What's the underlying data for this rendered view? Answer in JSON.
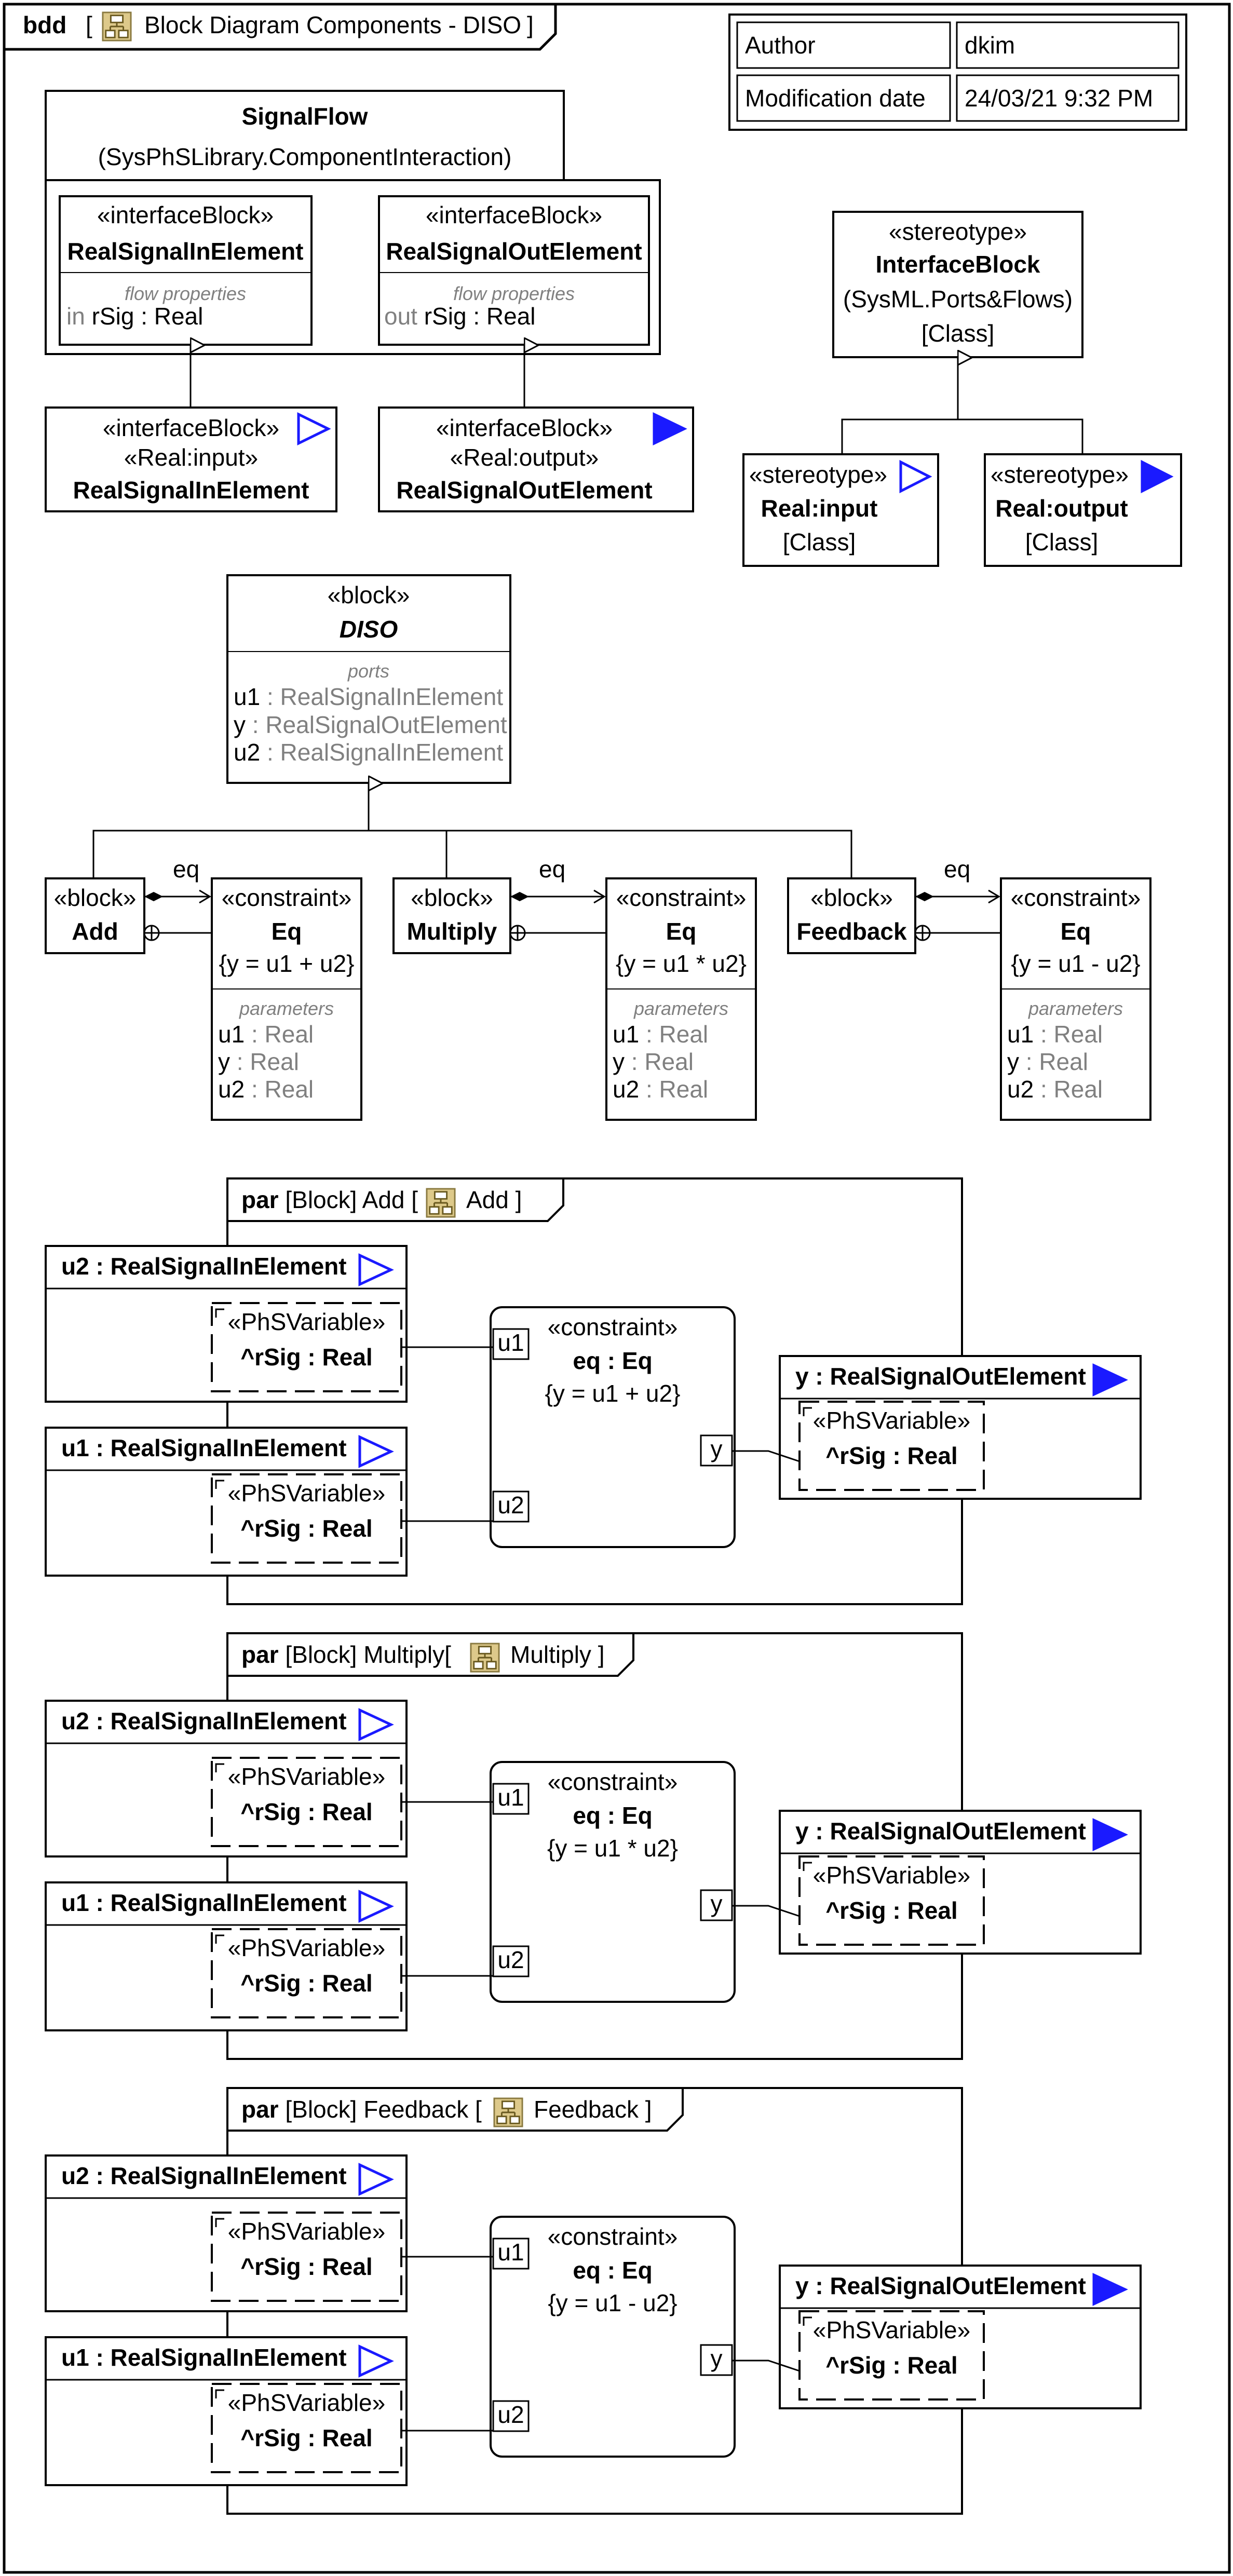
{
  "frame": {
    "kind": "bdd",
    "title": "Block Diagram Components - DISO"
  },
  "info": {
    "author_label": "Author",
    "author": "dkim",
    "date_label": "Modification date",
    "date": "24/03/21 9:32 PM"
  },
  "signalflow": {
    "name": "SignalFlow",
    "qualifier": "(SysPhSLibrary.ComponentInteraction)",
    "in_block": {
      "stereo": "«interfaceBlock»",
      "name": "RealSignalInElement",
      "comp": "flow properties",
      "dir": "in",
      "prop": "rSig",
      "type": ": Real"
    },
    "out_block": {
      "stereo": "«interfaceBlock»",
      "name": "RealSignalOutElement",
      "comp": "flow properties",
      "dir": "out",
      "prop": "rSig",
      "type": ": Real"
    }
  },
  "real_input_block": {
    "stereo1": "«interfaceBlock»",
    "stereo2": "«Real:input»",
    "name": "RealSignalInElement"
  },
  "real_output_block": {
    "stereo1": "«interfaceBlock»",
    "stereo2": "«Real:output»",
    "name": "RealSignalOutElement"
  },
  "stereotypes": {
    "interface_block": {
      "stereo": "«stereotype»",
      "name": "InterfaceBlock",
      "qualifier": "(SysML.Ports&Flows)",
      "meta": "[Class]"
    },
    "real_input": {
      "stereo": "«stereotype»",
      "name": "Real:input",
      "meta": "[Class]"
    },
    "real_output": {
      "stereo": "«stereotype»",
      "name": "Real:output",
      "meta": "[Class]"
    }
  },
  "diso": {
    "stereo": "«block»",
    "name": "DISO",
    "comp": "ports",
    "ports": [
      {
        "name": "u1",
        "type": ": RealSignalInElement"
      },
      {
        "name": "y",
        "type": ": RealSignalOutElement"
      },
      {
        "name": "u2",
        "type": ": RealSignalInElement"
      }
    ]
  },
  "subblocks": [
    {
      "stereo": "«block»",
      "name": "Add",
      "assoc": "eq",
      "c_stereo": "«constraint»",
      "c_name": "Eq",
      "expr": "{y = u1 + u2}",
      "comp": "parameters",
      "params": [
        {
          "name": "u1",
          "type": ": Real"
        },
        {
          "name": "y",
          "type": ": Real"
        },
        {
          "name": "u2",
          "type": ": Real"
        }
      ]
    },
    {
      "stereo": "«block»",
      "name": "Multiply",
      "assoc": "eq",
      "c_stereo": "«constraint»",
      "c_name": "Eq",
      "expr": "{y = u1 * u2}",
      "comp": "parameters",
      "params": [
        {
          "name": "u1",
          "type": ": Real"
        },
        {
          "name": "y",
          "type": ": Real"
        },
        {
          "name": "u2",
          "type": ": Real"
        }
      ]
    },
    {
      "stereo": "«block»",
      "name": "Feedback",
      "assoc": "eq",
      "c_stereo": "«constraint»",
      "c_name": "Eq",
      "expr": "{y =  u1 - u2}",
      "comp": "parameters",
      "params": [
        {
          "name": "u1",
          "type": ": Real"
        },
        {
          "name": "y",
          "type": ": Real"
        },
        {
          "name": "u2",
          "type": ": Real"
        }
      ]
    }
  ],
  "par_diagrams": [
    {
      "kind": "par",
      "ctx": "[Block]",
      "title_pre": "Add [",
      "title_name": "Add",
      "title_post": "]",
      "u2": "u2 : RealSignalInElement",
      "u1": "u1 : RealSignalInElement",
      "y": "y : RealSignalOutElement",
      "var_stereo": "«PhSVariable»",
      "var_name": "^rSig : Real",
      "c_stereo": "«constraint»",
      "c_name": "eq : Eq",
      "expr": "{y = u1 + u2}",
      "p_u1": "u1",
      "p_u2": "u2",
      "p_y": "y"
    },
    {
      "kind": "par",
      "ctx": "[Block]",
      "title_pre": "Multiply[",
      "title_name": "Multiply",
      "title_post": "]",
      "u2": "u2 : RealSignalInElement",
      "u1": "u1 : RealSignalInElement",
      "y": "y : RealSignalOutElement",
      "var_stereo": "«PhSVariable»",
      "var_name": "^rSig : Real",
      "c_stereo": "«constraint»",
      "c_name": "eq : Eq",
      "expr": "{y = u1 * u2}",
      "p_u1": "u1",
      "p_u2": "u2",
      "p_y": "y"
    },
    {
      "kind": "par",
      "ctx": "[Block]",
      "title_pre": "Feedback [",
      "title_name": "Feedback",
      "title_post": "]",
      "u2": "u2 : RealSignalInElement",
      "u1": "u1 : RealSignalInElement",
      "y": "y : RealSignalOutElement",
      "var_stereo": "«PhSVariable»",
      "var_name": "^rSig : Real",
      "c_stereo": "«constraint»",
      "c_name": "eq : Eq",
      "expr": "{y =  u1 - u2}",
      "p_u1": "u1",
      "p_u2": "u2",
      "p_y": "y"
    }
  ],
  "colors": {
    "port_triangle": "#1a1aff",
    "frame_line": "#000000",
    "secondary_text": "#808080",
    "icon_fill": "#ddc98a"
  }
}
